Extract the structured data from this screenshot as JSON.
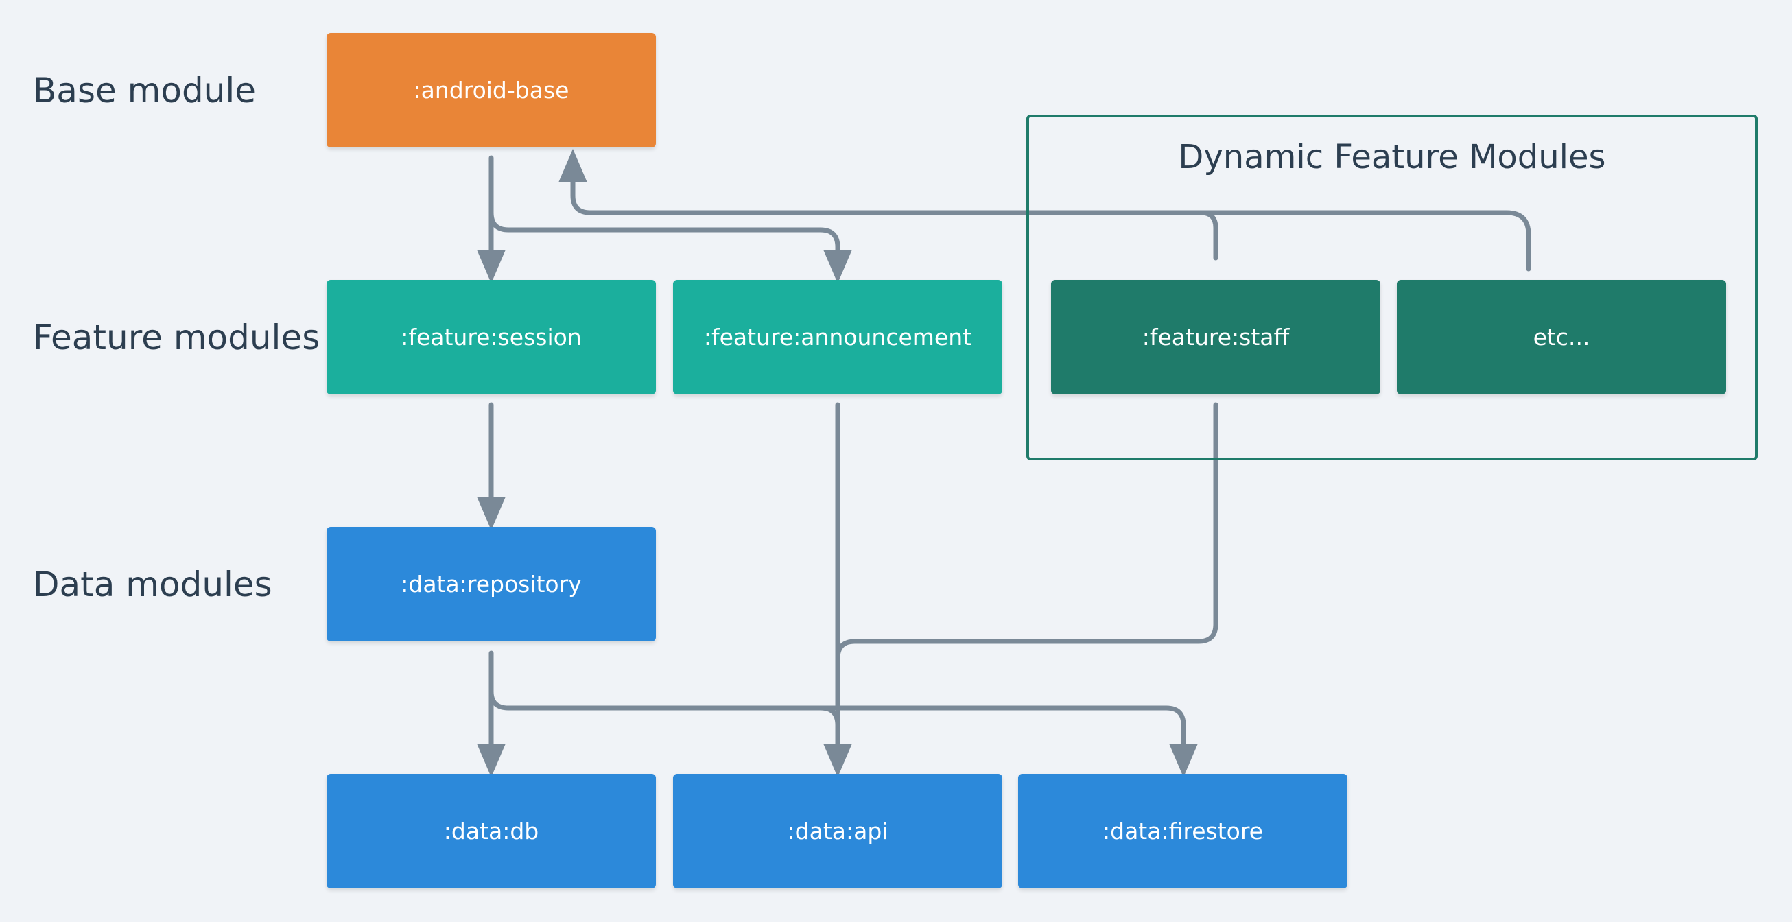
{
  "row_labels": {
    "base": "Base module",
    "feature": "Feature modules",
    "data": "Data modules"
  },
  "dynamic_group": {
    "title": "Dynamic Feature Modules"
  },
  "modules": {
    "android_base": ":android-base",
    "feature_session": ":feature:session",
    "feature_announcement": ":feature:announcement",
    "feature_staff": ":feature:staff",
    "etc": "etc...",
    "data_repository": ":data:repository",
    "data_db": ":data:db",
    "data_api": ":data:api",
    "data_firestore": ":data:firestore"
  },
  "colors": {
    "base": "#e98537",
    "feature": "#1baf9d",
    "dynamic_feature": "#1f7b6a",
    "data": "#2c89da",
    "connector": "#7a8997",
    "text": "#2c3e50"
  },
  "edges": [
    {
      "from": ":android-base",
      "to": ":feature:session"
    },
    {
      "from": ":android-base",
      "to": ":feature:announcement"
    },
    {
      "from": ":feature:staff",
      "to": ":android-base"
    },
    {
      "from": "etc...",
      "to": ":android-base"
    },
    {
      "from": ":feature:session",
      "to": ":data:repository"
    },
    {
      "from": ":feature:announcement",
      "to": ":data:api"
    },
    {
      "from": ":feature:staff",
      "to": ":data:api"
    },
    {
      "from": ":data:repository",
      "to": ":data:db"
    },
    {
      "from": ":data:repository",
      "to": ":data:api"
    },
    {
      "from": ":data:repository",
      "to": ":data:firestore"
    }
  ]
}
